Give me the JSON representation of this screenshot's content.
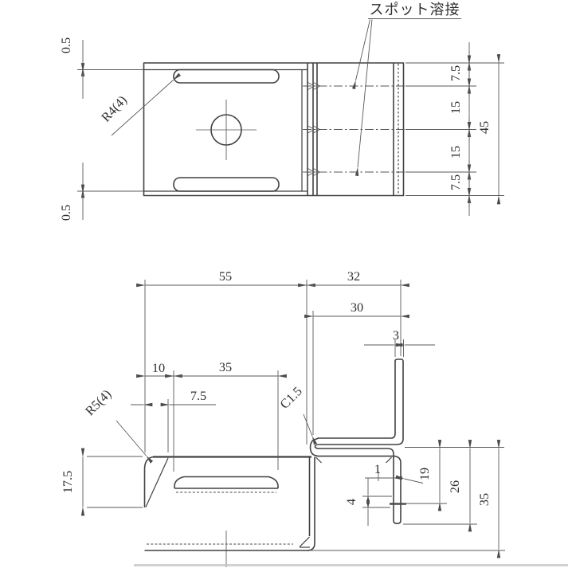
{
  "drawing": {
    "weld_note": {
      "label": "スポット溶接"
    },
    "top_view": {
      "offset_top": "0.5",
      "offset_bottom": "0.5",
      "corner_radius": "R4(4)",
      "pitch_top": "7.5",
      "pitch_mid1": "15",
      "pitch_mid2": "15",
      "pitch_bottom": "7.5",
      "overall_height": "45"
    },
    "front_view": {
      "main_width": "55",
      "clip_width": "32",
      "clip_opening": "30",
      "tab_width": "3",
      "slot_lead": "10",
      "slot_length": "35",
      "slot_offset": "7.5",
      "corner_radius": "R5(4)",
      "chamfer": "C1.5",
      "flange_depth": "17.5",
      "tab_thickness": "1",
      "weld_size": "4",
      "tab_reach": "19",
      "clip_depth": "26",
      "overall_height": "35"
    },
    "colors": {
      "line": "#414141",
      "dim": "#5a5a5a",
      "text": "#303030",
      "background": "#ffffff"
    }
  }
}
